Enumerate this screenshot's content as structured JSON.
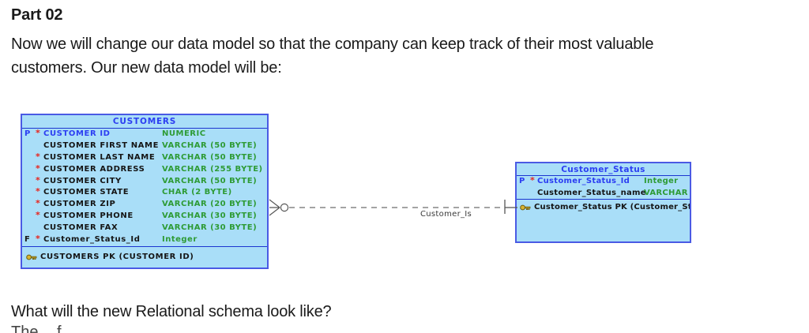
{
  "page": {
    "heading": "Part 02",
    "intro_lines": [
      "Now we will change our data model so that the company can keep track of their most valuable",
      "customers. Our new data model will be:"
    ],
    "question": "What will the new Relational schema look like?",
    "clipped_line_fragment": "The f"
  },
  "colors": {
    "entity_fill": "#a9def8",
    "entity_border": "#4a5ae4",
    "entity_separator": "#1c36d0",
    "title_text": "#2c3ef2",
    "pk_name_text": "#2c3ef2",
    "column_name_text": "#151515",
    "type_text": "#2e9b35",
    "required_marker": "#e8231c",
    "relation_line": "#6e6e6e",
    "key_icon": "#d8b430"
  },
  "diagram": {
    "relation": {
      "label": "Customer_Is",
      "line_style": "dashed",
      "cardinality_customers_end": "zero-or-many",
      "cardinality_status_end": "one"
    },
    "customers": {
      "title": "CUSTOMERS",
      "columns": [
        {
          "flag": "P",
          "required": "*",
          "name": "CUSTOMER ID",
          "type": "NUMERIC"
        },
        {
          "flag": "",
          "required": "",
          "name": "CUSTOMER FIRST NAME",
          "type": "VARCHAR (50 BYTE)"
        },
        {
          "flag": "",
          "required": "*",
          "name": "CUSTOMER LAST NAME",
          "type": "VARCHAR (50 BYTE)"
        },
        {
          "flag": "",
          "required": "*",
          "name": "CUSTOMER ADDRESS",
          "type": "VARCHAR (255 BYTE)"
        },
        {
          "flag": "",
          "required": "*",
          "name": "CUSTOMER CITY",
          "type": "VARCHAR (50 BYTE)"
        },
        {
          "flag": "",
          "required": "*",
          "name": "CUSTOMER STATE",
          "type": "CHAR (2 BYTE)"
        },
        {
          "flag": "",
          "required": "*",
          "name": "CUSTOMER ZIP",
          "type": "VARCHAR (20 BYTE)"
        },
        {
          "flag": "",
          "required": "*",
          "name": "CUSTOMER PHONE",
          "type": "VARCHAR (30 BYTE)"
        },
        {
          "flag": "",
          "required": "",
          "name": "CUSTOMER FAX",
          "type": "VARCHAR (30 BYTE)"
        },
        {
          "flag": "F",
          "required": "*",
          "name": "Customer_Status_Id",
          "type": "Integer"
        }
      ],
      "footer": "CUSTOMERS PK (CUSTOMER ID)"
    },
    "customer_status": {
      "title": "Customer_Status",
      "columns": [
        {
          "flag": "P",
          "required": "*",
          "name": "Customer_Status_Id",
          "type": "Integer"
        },
        {
          "flag": "",
          "required": "",
          "name": "Customer_Status_name",
          "type": "VARCHAR"
        }
      ],
      "footer": "Customer_Status PK (Customer_Status_Id)"
    }
  }
}
